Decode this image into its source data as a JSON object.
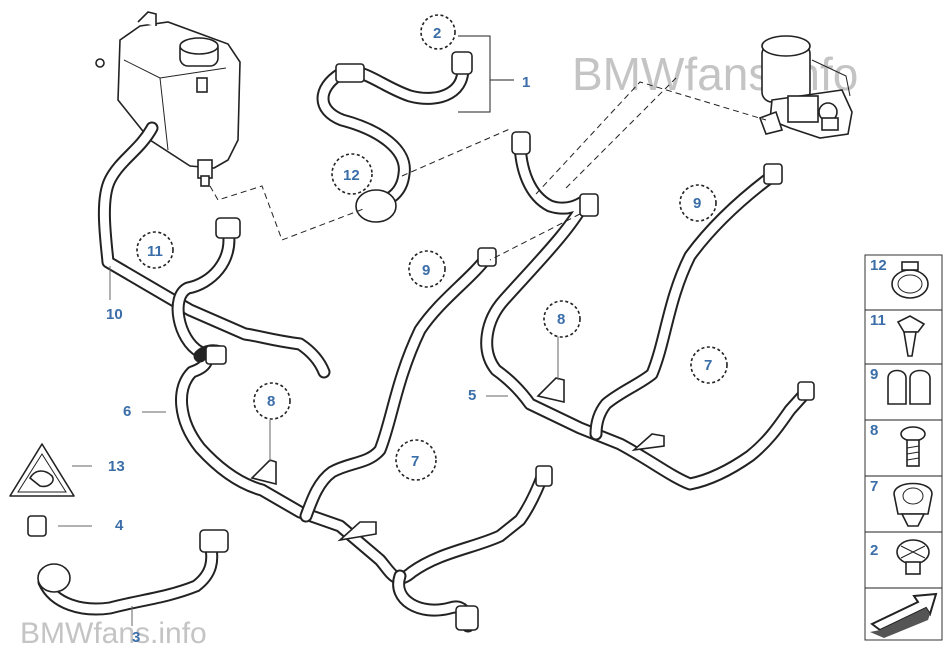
{
  "watermarks": {
    "top_right": "BMWfans.info",
    "bottom_left": "BMWfans.info"
  },
  "callouts": {
    "c1": "1",
    "c2": "2",
    "c3": "3",
    "c4": "4",
    "c5": "5",
    "c6": "6",
    "c7a": "7",
    "c7b": "7",
    "c8a": "8",
    "c8b": "8",
    "c9a": "9",
    "c9b": "9",
    "c10": "10",
    "c11": "11",
    "c12": "12",
    "c13": "13"
  },
  "legend": [
    "12",
    "11",
    "9",
    "8",
    "7",
    "2"
  ]
}
